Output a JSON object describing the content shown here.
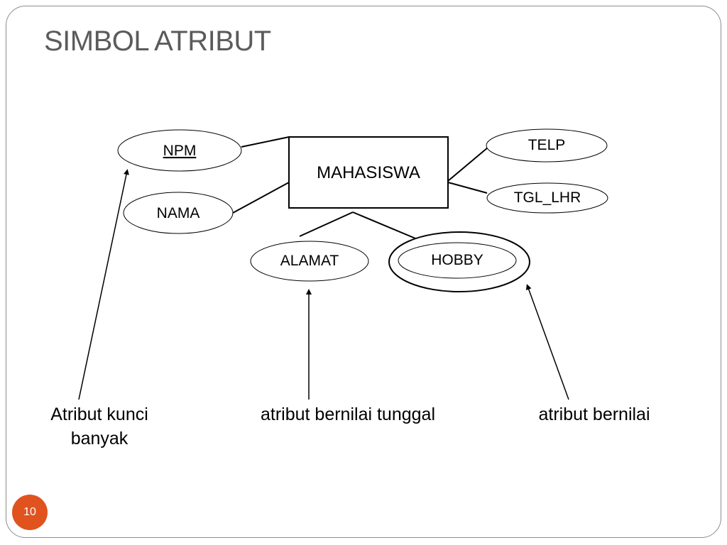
{
  "slide": {
    "title": "SIMBOL ATRIBUT",
    "page_number": "10"
  },
  "diagram": {
    "entity": "MAHASISWA",
    "attributes": {
      "npm": "NPM",
      "nama": "NAMA",
      "telp": "TELP",
      "tgl_lhr": "TGL_LHR",
      "alamat": "ALAMAT",
      "hobby": "HOBBY"
    }
  },
  "captions": {
    "key_line1": "Atribut kunci",
    "key_line2": "banyak",
    "single": "atribut bernilai tunggal",
    "multi": "atribut bernilai"
  },
  "colors": {
    "title": "#5b5b5b",
    "badge": "#e0531f"
  }
}
